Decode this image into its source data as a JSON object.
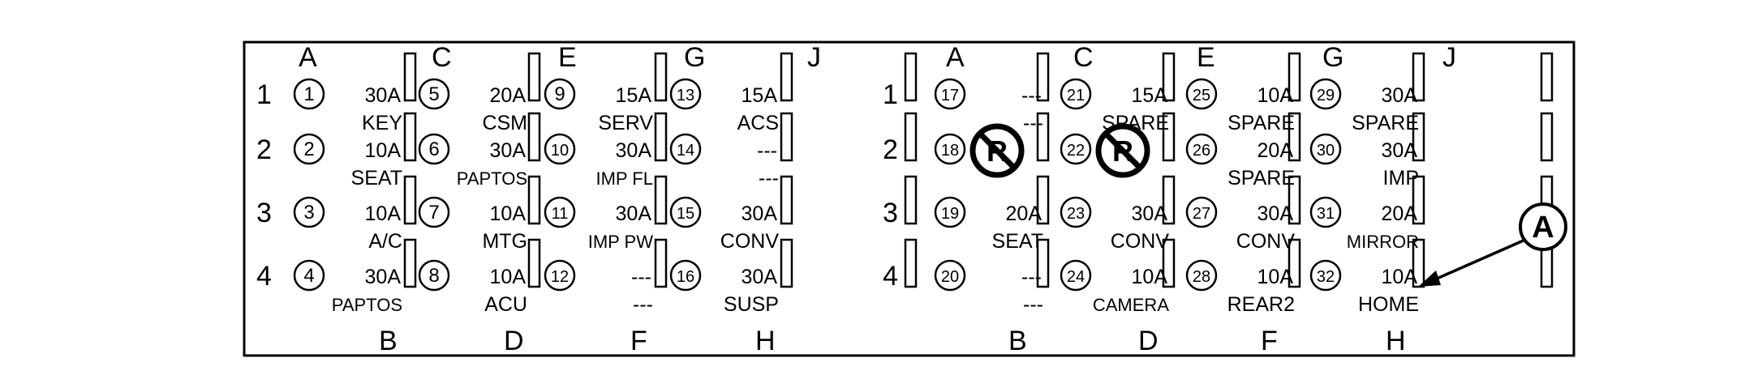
{
  "colors": {
    "ink": "#000000",
    "paper": "#ffffff"
  },
  "left_panel": {
    "top_letters": [
      "A",
      "C",
      "E",
      "G",
      "J"
    ],
    "bottom_letters": [
      "B",
      "D",
      "F",
      "H"
    ],
    "row_numbers": [
      "1",
      "2",
      "3",
      "4"
    ],
    "fuses": [
      {
        "num": "1",
        "amp": "30A",
        "name": "KEY"
      },
      {
        "num": "2",
        "amp": "10A",
        "name": "SEAT"
      },
      {
        "num": "3",
        "amp": "10A",
        "name": "A/C"
      },
      {
        "num": "4",
        "amp": "30A",
        "name": "PAPTOS"
      },
      {
        "num": "5",
        "amp": "20A",
        "name": "CSM"
      },
      {
        "num": "6",
        "amp": "30A",
        "name": "PAPTOS"
      },
      {
        "num": "7",
        "amp": "10A",
        "name": "MTG"
      },
      {
        "num": "8",
        "amp": "10A",
        "name": "ACU"
      },
      {
        "num": "9",
        "amp": "15A",
        "name": "SERV"
      },
      {
        "num": "10",
        "amp": "30A",
        "name": "IMP FL"
      },
      {
        "num": "11",
        "amp": "30A",
        "name": "IMP PW"
      },
      {
        "num": "12",
        "amp": "---",
        "name": "---"
      },
      {
        "num": "13",
        "amp": "15A",
        "name": "ACS"
      },
      {
        "num": "14",
        "amp": "---",
        "name": "---"
      },
      {
        "num": "15",
        "amp": "30A",
        "name": "CONV"
      },
      {
        "num": "16",
        "amp": "30A",
        "name": "SUSP"
      }
    ]
  },
  "right_panel": {
    "top_letters": [
      "A",
      "C",
      "E",
      "G",
      "J"
    ],
    "bottom_letters": [
      "B",
      "D",
      "F",
      "H"
    ],
    "row_numbers": [
      "1",
      "2",
      "3",
      "4"
    ],
    "fuses": [
      {
        "num": "17",
        "amp": "---",
        "name": "---"
      },
      {
        "num": "18",
        "amp": "",
        "name": ""
      },
      {
        "num": "19",
        "amp": "20A",
        "name": "SEAT"
      },
      {
        "num": "20",
        "amp": "---",
        "name": "---"
      },
      {
        "num": "21",
        "amp": "15A",
        "name": "SPARE"
      },
      {
        "num": "22",
        "amp": "",
        "name": ""
      },
      {
        "num": "23",
        "amp": "30A",
        "name": "CONV"
      },
      {
        "num": "24",
        "amp": "10A",
        "name": "CAMERA"
      },
      {
        "num": "25",
        "amp": "10A",
        "name": "SPARE"
      },
      {
        "num": "26",
        "amp": "20A",
        "name": "SPARE"
      },
      {
        "num": "27",
        "amp": "30A",
        "name": "CONV"
      },
      {
        "num": "28",
        "amp": "10A",
        "name": "REAR2"
      },
      {
        "num": "29",
        "amp": "30A",
        "name": "SPARE"
      },
      {
        "num": "30",
        "amp": "30A",
        "name": "IMP"
      },
      {
        "num": "31",
        "amp": "20A",
        "name": "MIRROR"
      },
      {
        "num": "32",
        "amp": "10A",
        "name": "HOME"
      }
    ],
    "relay_symbol_letter": "R"
  },
  "callout": {
    "label": "A"
  }
}
